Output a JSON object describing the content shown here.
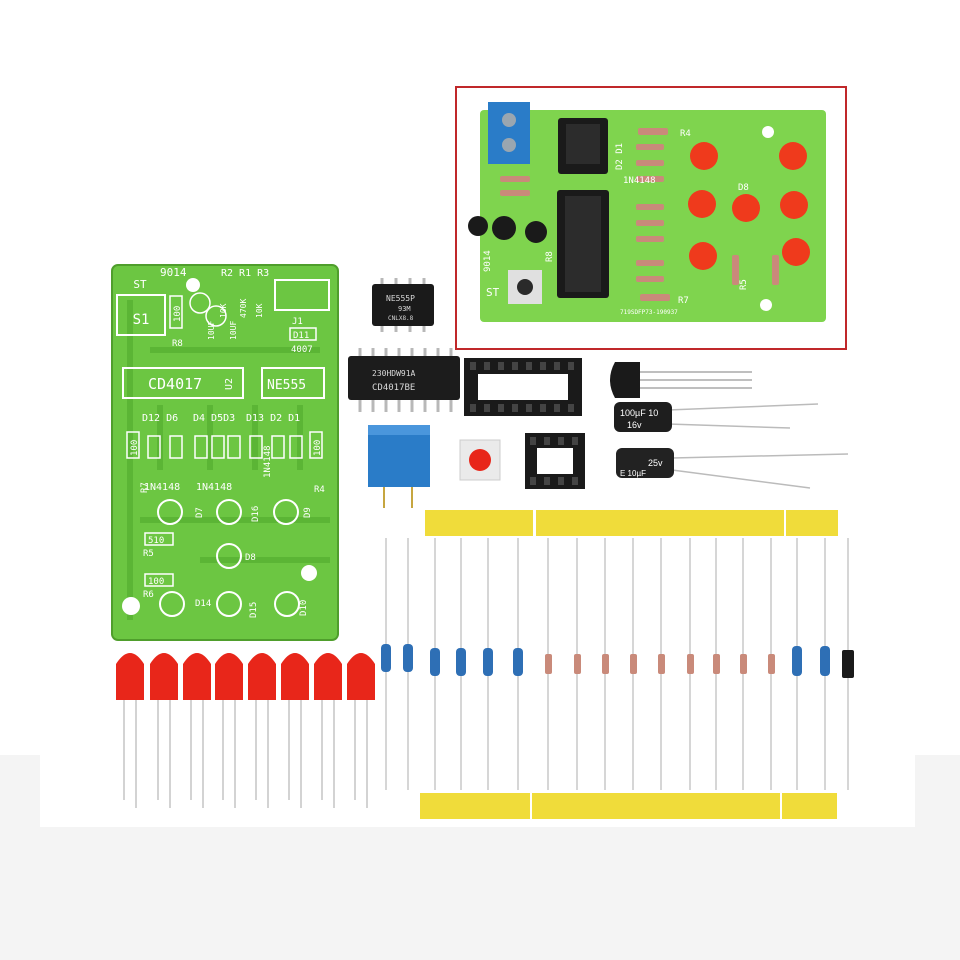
{
  "pcb": {
    "ic_u2": "CD4017",
    "ic_u2_ref": "U2",
    "ic_u1": "NE555",
    "switch_ref": "S1",
    "switch_label": "ST",
    "transistor": "9014",
    "resistor_refs": "R2 R1 R3",
    "r8": "R8",
    "r8_value": "100",
    "r2_value": "10K",
    "r1_value": "470K",
    "r3_value": "10K",
    "cap1": "10UF",
    "cap2": "10UF",
    "j1": "J1",
    "d11": "D11",
    "d11_value": "4007",
    "diode_row_left": "D12 D6",
    "diode_row_mid": "D4 D5D3",
    "diode_row_right": "D13 D2 D1",
    "r7": "R7",
    "r7_value": "100",
    "r4": "R4",
    "r4_value": "100",
    "diode_type": "1N4148",
    "d7": "D7",
    "d16": "D16",
    "d9": "D9",
    "d8": "D8",
    "r5": "R5",
    "r5_value": "510",
    "r6": "R6",
    "r6_value": "100",
    "d14": "D14",
    "d15": "D15",
    "d10": "D10"
  },
  "chips": {
    "ne555_line1": "NE555P",
    "ne555_line2": "93M",
    "ne555_line3": "CNLX8.8",
    "cd4017_line1": "230HDW91A",
    "cd4017_line2": "CD4017BE"
  },
  "capacitors": {
    "big_label": "100µF 10",
    "big_voltage": "16v",
    "small_label": "25v",
    "small_value": "E 10µF"
  },
  "assembled": {
    "r4": "R4",
    "d_labels": "D2 D1",
    "diode_type": "1N4148",
    "d8": "D8",
    "r5": "R5",
    "r7": "R7",
    "st": "ST",
    "model": "9014",
    "r8": "R8",
    "pcb_code": "719SDFP73-190937"
  },
  "colors": {
    "pcb_green": "#6cc642",
    "pcb_dark": "#4f9e2c",
    "led_red": "#e8261a",
    "tape_yellow": "#f0dc3a",
    "highlight_red": "#c0282a"
  }
}
